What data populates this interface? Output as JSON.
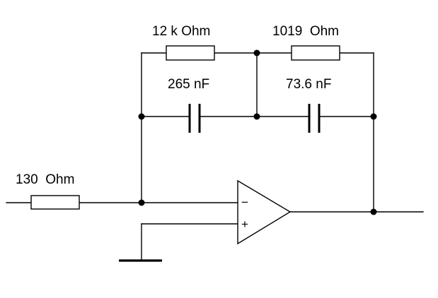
{
  "components": {
    "r_input": {
      "label": "130  Ohm"
    },
    "r_top_left": {
      "label": "12 k Ohm"
    },
    "r_top_right": {
      "label": "1019  Ohm"
    },
    "c_left": {
      "label": "265 nF"
    },
    "c_right": {
      "label": "73.6 nF"
    }
  },
  "opamp": {
    "inverting_sign": "−",
    "noninverting_sign": "+"
  },
  "colors": {
    "line": "#000000",
    "background": "#ffffff"
  }
}
